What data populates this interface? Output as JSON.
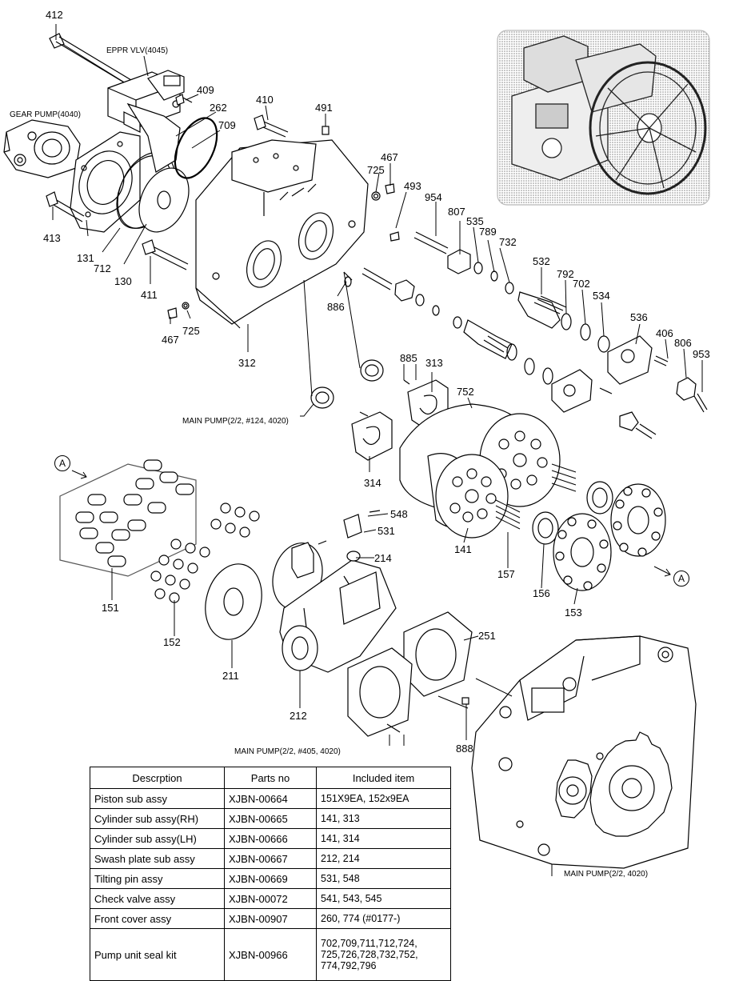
{
  "callouts": {
    "p412": "412",
    "p409": "409",
    "p262": "262",
    "p709": "709",
    "p410": "410",
    "p491": "491",
    "p467a": "467",
    "p725a": "725",
    "p493": "493",
    "p954": "954",
    "p807": "807",
    "p535": "535",
    "p789": "789",
    "p732": "732",
    "p532": "532",
    "p792": "792",
    "p702": "702",
    "p534": "534",
    "p536": "536",
    "p406": "406",
    "p806": "806",
    "p953": "953",
    "p413": "413",
    "p131": "131",
    "p712": "712",
    "p130": "130",
    "p411": "411",
    "p467b": "467",
    "p725b": "725",
    "p886": "886",
    "p312": "312",
    "p885": "885",
    "p313": "313",
    "p752": "752",
    "p314": "314",
    "p141": "141",
    "p548": "548",
    "p531": "531",
    "p214": "214",
    "p157": "157",
    "p156": "156",
    "p153": "153",
    "p151": "151",
    "p152": "152",
    "p211": "211",
    "p212": "212",
    "p251": "251",
    "p888": "888"
  },
  "sections": {
    "eppr": "EPPR VLV(4045)",
    "gear": "GEAR PUMP(4040)",
    "main124": "MAIN PUMP(2/2, #124, 4020)",
    "main405": "MAIN PUMP(2/2, #405, 4020)",
    "main4020": "MAIN PUMP(2/2, 4020)"
  },
  "markers": {
    "a1": "A",
    "a2": "A"
  },
  "table": {
    "headers": [
      "Descrption",
      "Parts no",
      "Included item"
    ],
    "rows": [
      [
        "Piston sub assy",
        "XJBN-00664",
        "151X9EA, 152x9EA"
      ],
      [
        "Cylinder sub assy(RH)",
        "XJBN-00665",
        "141, 313"
      ],
      [
        "Cylinder sub assy(LH)",
        "XJBN-00666",
        "141, 314"
      ],
      [
        "Swash plate sub assy",
        "XJBN-00667",
        "212, 214"
      ],
      [
        "Tilting pin assy",
        "XJBN-00669",
        "531, 548"
      ],
      [
        "Check valve assy",
        "XJBN-00072",
        "541, 543, 545"
      ],
      [
        "Front cover assy",
        "XJBN-00907",
        "260, 774 (#0177-)"
      ],
      [
        "Pump unit seal kit",
        "XJBN-00966",
        "702,709,711,712,724,\n725,726,728,732,752,\n774,792,796"
      ]
    ]
  }
}
